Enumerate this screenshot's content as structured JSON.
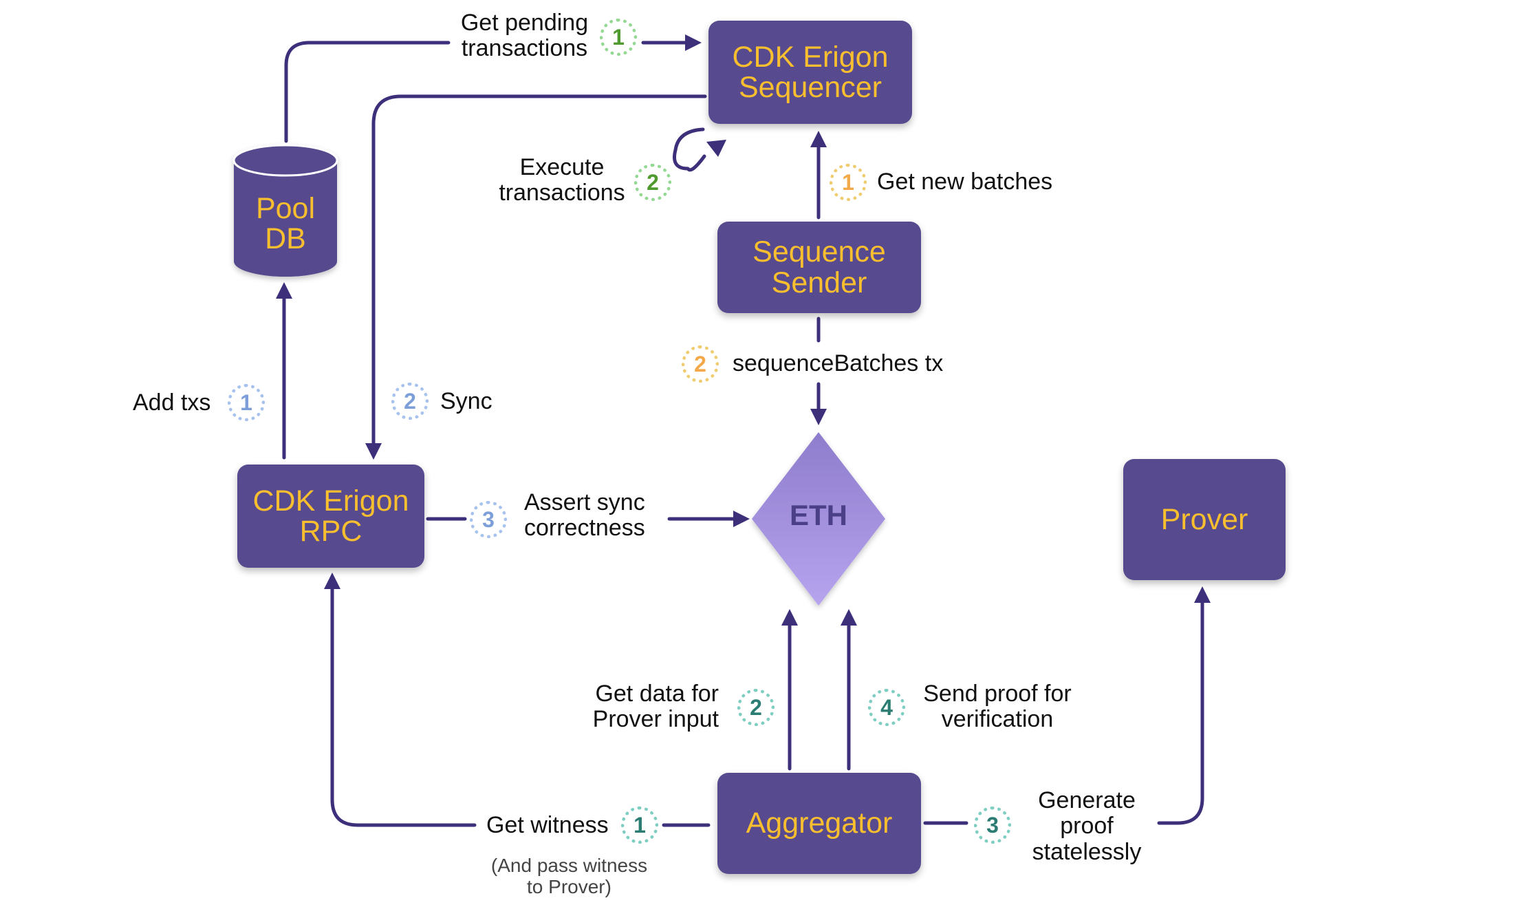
{
  "nodes": {
    "sequencer": "CDK Erigon\nSequencer",
    "pool_db": "Pool\nDB",
    "sequence_sender": "Sequence\nSender",
    "rpc": "CDK Erigon\nRPC",
    "eth": "ETH",
    "prover": "Prover",
    "aggregator": "Aggregator"
  },
  "labels": {
    "get_pending": "Get pending\ntransactions",
    "execute": "Execute\ntransactions",
    "get_new_batches": "Get new batches",
    "sequence_batches": "sequenceBatches tx",
    "add_txs": "Add txs",
    "sync": "Sync",
    "assert_sync": "Assert sync\ncorrectness",
    "get_data": "Get data for\nProver input",
    "send_proof": "Send proof for\nverification",
    "get_witness": "Get witness",
    "witness_note": "(And pass witness\nto Prover)",
    "generate_proof": "Generate\nproof\nstatelessly"
  },
  "badges": {
    "get_pending": "1",
    "execute": "2",
    "get_new_batches": "1",
    "sequence_batches": "2",
    "add_txs": "1",
    "sync": "2",
    "assert_sync": "3",
    "get_data": "2",
    "send_proof": "4",
    "get_witness": "1",
    "generate_proof": "3"
  },
  "colors": {
    "node_fill": "#574a8e",
    "node_text": "#f9bf2e",
    "arrow": "#3d2f7a",
    "eth_top": "#8e7dcc",
    "eth_bottom": "#b7a4ef",
    "badge_green": "#4e9a2e",
    "badge_blue": "#7d9fd9",
    "badge_orange": "#f3a94a",
    "badge_teal": "#2b7d73"
  }
}
